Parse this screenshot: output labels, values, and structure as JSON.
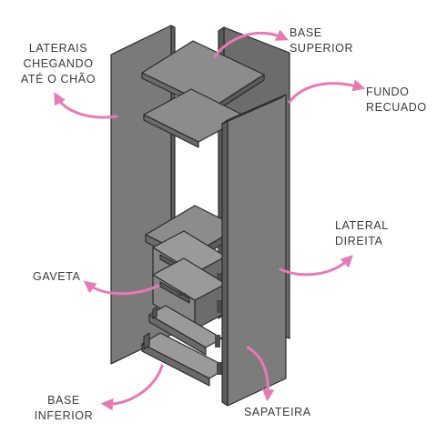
{
  "labels": {
    "laterais": [
      "LATERAIS",
      "CHEGANDO",
      "ATÉ O CHÃO"
    ],
    "base_superior": [
      "BASE",
      "SUPERIOR"
    ],
    "fundo_recuado": [
      "FUNDO",
      "RECUADO"
    ],
    "lateral_direita": [
      "LATERAL",
      "DIREITA"
    ],
    "gaveta": [
      "GAVETA"
    ],
    "base_inferior": [
      "BASE",
      "INFERIOR"
    ],
    "sapateira": [
      "SAPATEIRA"
    ]
  },
  "colors": {
    "panel_dark": "#6f6f6f",
    "panel_mid": "#808080",
    "panel_light": "#8d8d8d",
    "panel_inner": "#9a9a9a",
    "edge": "#2b2b2b",
    "arrow": "#e879b5",
    "text": "#3a3a3a"
  }
}
